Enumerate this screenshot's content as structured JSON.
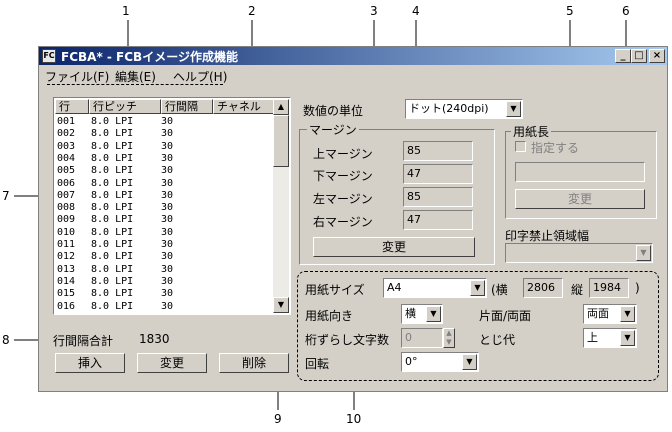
{
  "callouts": [
    "1",
    "2",
    "3",
    "4",
    "5",
    "6",
    "7",
    "8",
    "9",
    "10"
  ],
  "window": {
    "title": "FCBA* - FCBイメージ作成機能",
    "icon": "app-icon",
    "controls": {
      "minimize": "_",
      "maximize": "□",
      "close": "×"
    }
  },
  "menu": [
    "ファイル(F)",
    "編集(E)",
    "ヘルプ(H)"
  ],
  "table": {
    "headers": [
      "行",
      "行ピッチ",
      "行間隔",
      "チャネル"
    ],
    "rows": [
      [
        "001",
        "8.0 LPI",
        "30"
      ],
      [
        "002",
        "8.0 LPI",
        "30"
      ],
      [
        "003",
        "8.0 LPI",
        "30"
      ],
      [
        "004",
        "8.0 LPI",
        "30"
      ],
      [
        "005",
        "8.0 LPI",
        "30"
      ],
      [
        "006",
        "8.0 LPI",
        "30"
      ],
      [
        "007",
        "8.0 LPI",
        "30"
      ],
      [
        "008",
        "8.0 LPI",
        "30"
      ],
      [
        "009",
        "8.0 LPI",
        "30"
      ],
      [
        "010",
        "8.0 LPI",
        "30"
      ],
      [
        "011",
        "8.0 LPI",
        "30"
      ],
      [
        "012",
        "8.0 LPI",
        "30"
      ],
      [
        "013",
        "8.0 LPI",
        "30"
      ],
      [
        "014",
        "8.0 LPI",
        "30"
      ],
      [
        "015",
        "8.0 LPI",
        "30"
      ],
      [
        "016",
        "8.0 LPI",
        "30"
      ]
    ]
  },
  "total": {
    "label": "行間隔合計",
    "value": "1830"
  },
  "list_buttons": {
    "insert": "挿入",
    "change": "変更",
    "delete": "削除"
  },
  "unit": {
    "label": "数値の単位",
    "value": "ドット(240dpi)"
  },
  "margin": {
    "title": "マージン",
    "top_label": "上マージン",
    "top": "85",
    "bottom_label": "下マージン",
    "bottom": "47",
    "left_label": "左マージン",
    "left": "85",
    "right_label": "右マージン",
    "right": "47",
    "change": "変更"
  },
  "paper_length": {
    "title": "用紙長",
    "checkbox": "指定する",
    "value": "",
    "change": "変更"
  },
  "no_print": {
    "label": "印字禁止領域幅",
    "value": ""
  },
  "paper": {
    "size_label": "用紙サイズ",
    "size": "A4",
    "yoko_open": "(横",
    "width": "2806",
    "tate": "縦",
    "height": "1984",
    "close": ")",
    "orient_label": "用紙向き",
    "orient": "横",
    "side_label": "片面/両面",
    "side": "両面",
    "shift_label": "桁ずらし文字数",
    "shift": "0",
    "binding_label": "とじ代",
    "binding": "上",
    "rotate_label": "回転",
    "rotate": "0°"
  }
}
